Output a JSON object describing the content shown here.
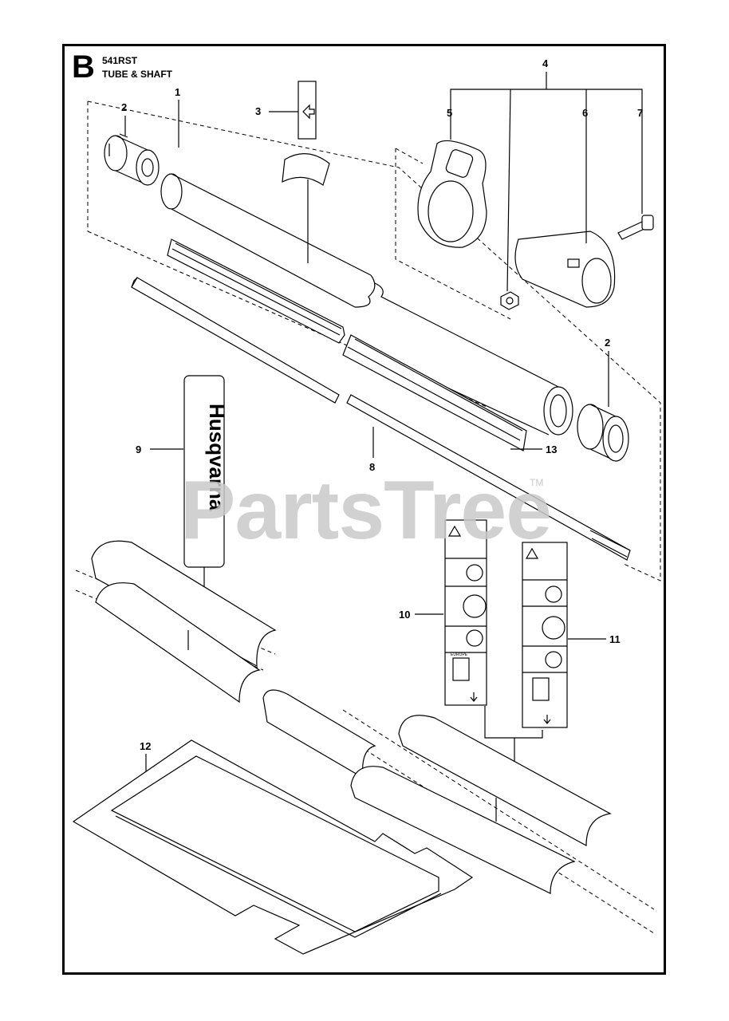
{
  "header": {
    "section_letter": "B",
    "model": "541RST",
    "title": "TUBE & SHAFT"
  },
  "callouts": [
    "1",
    "2",
    "3",
    "4",
    "5",
    "6",
    "7",
    "2",
    "8",
    "9",
    "13",
    "10",
    "11",
    "12"
  ],
  "decal_logo_text": "Husqvarna",
  "decal_europe": "EUROPE",
  "watermark": "PartsTree",
  "watermark_tm": "TM",
  "colors": {
    "line": "#000000",
    "watermark": "#c9c9c9",
    "background": "#ffffff"
  }
}
